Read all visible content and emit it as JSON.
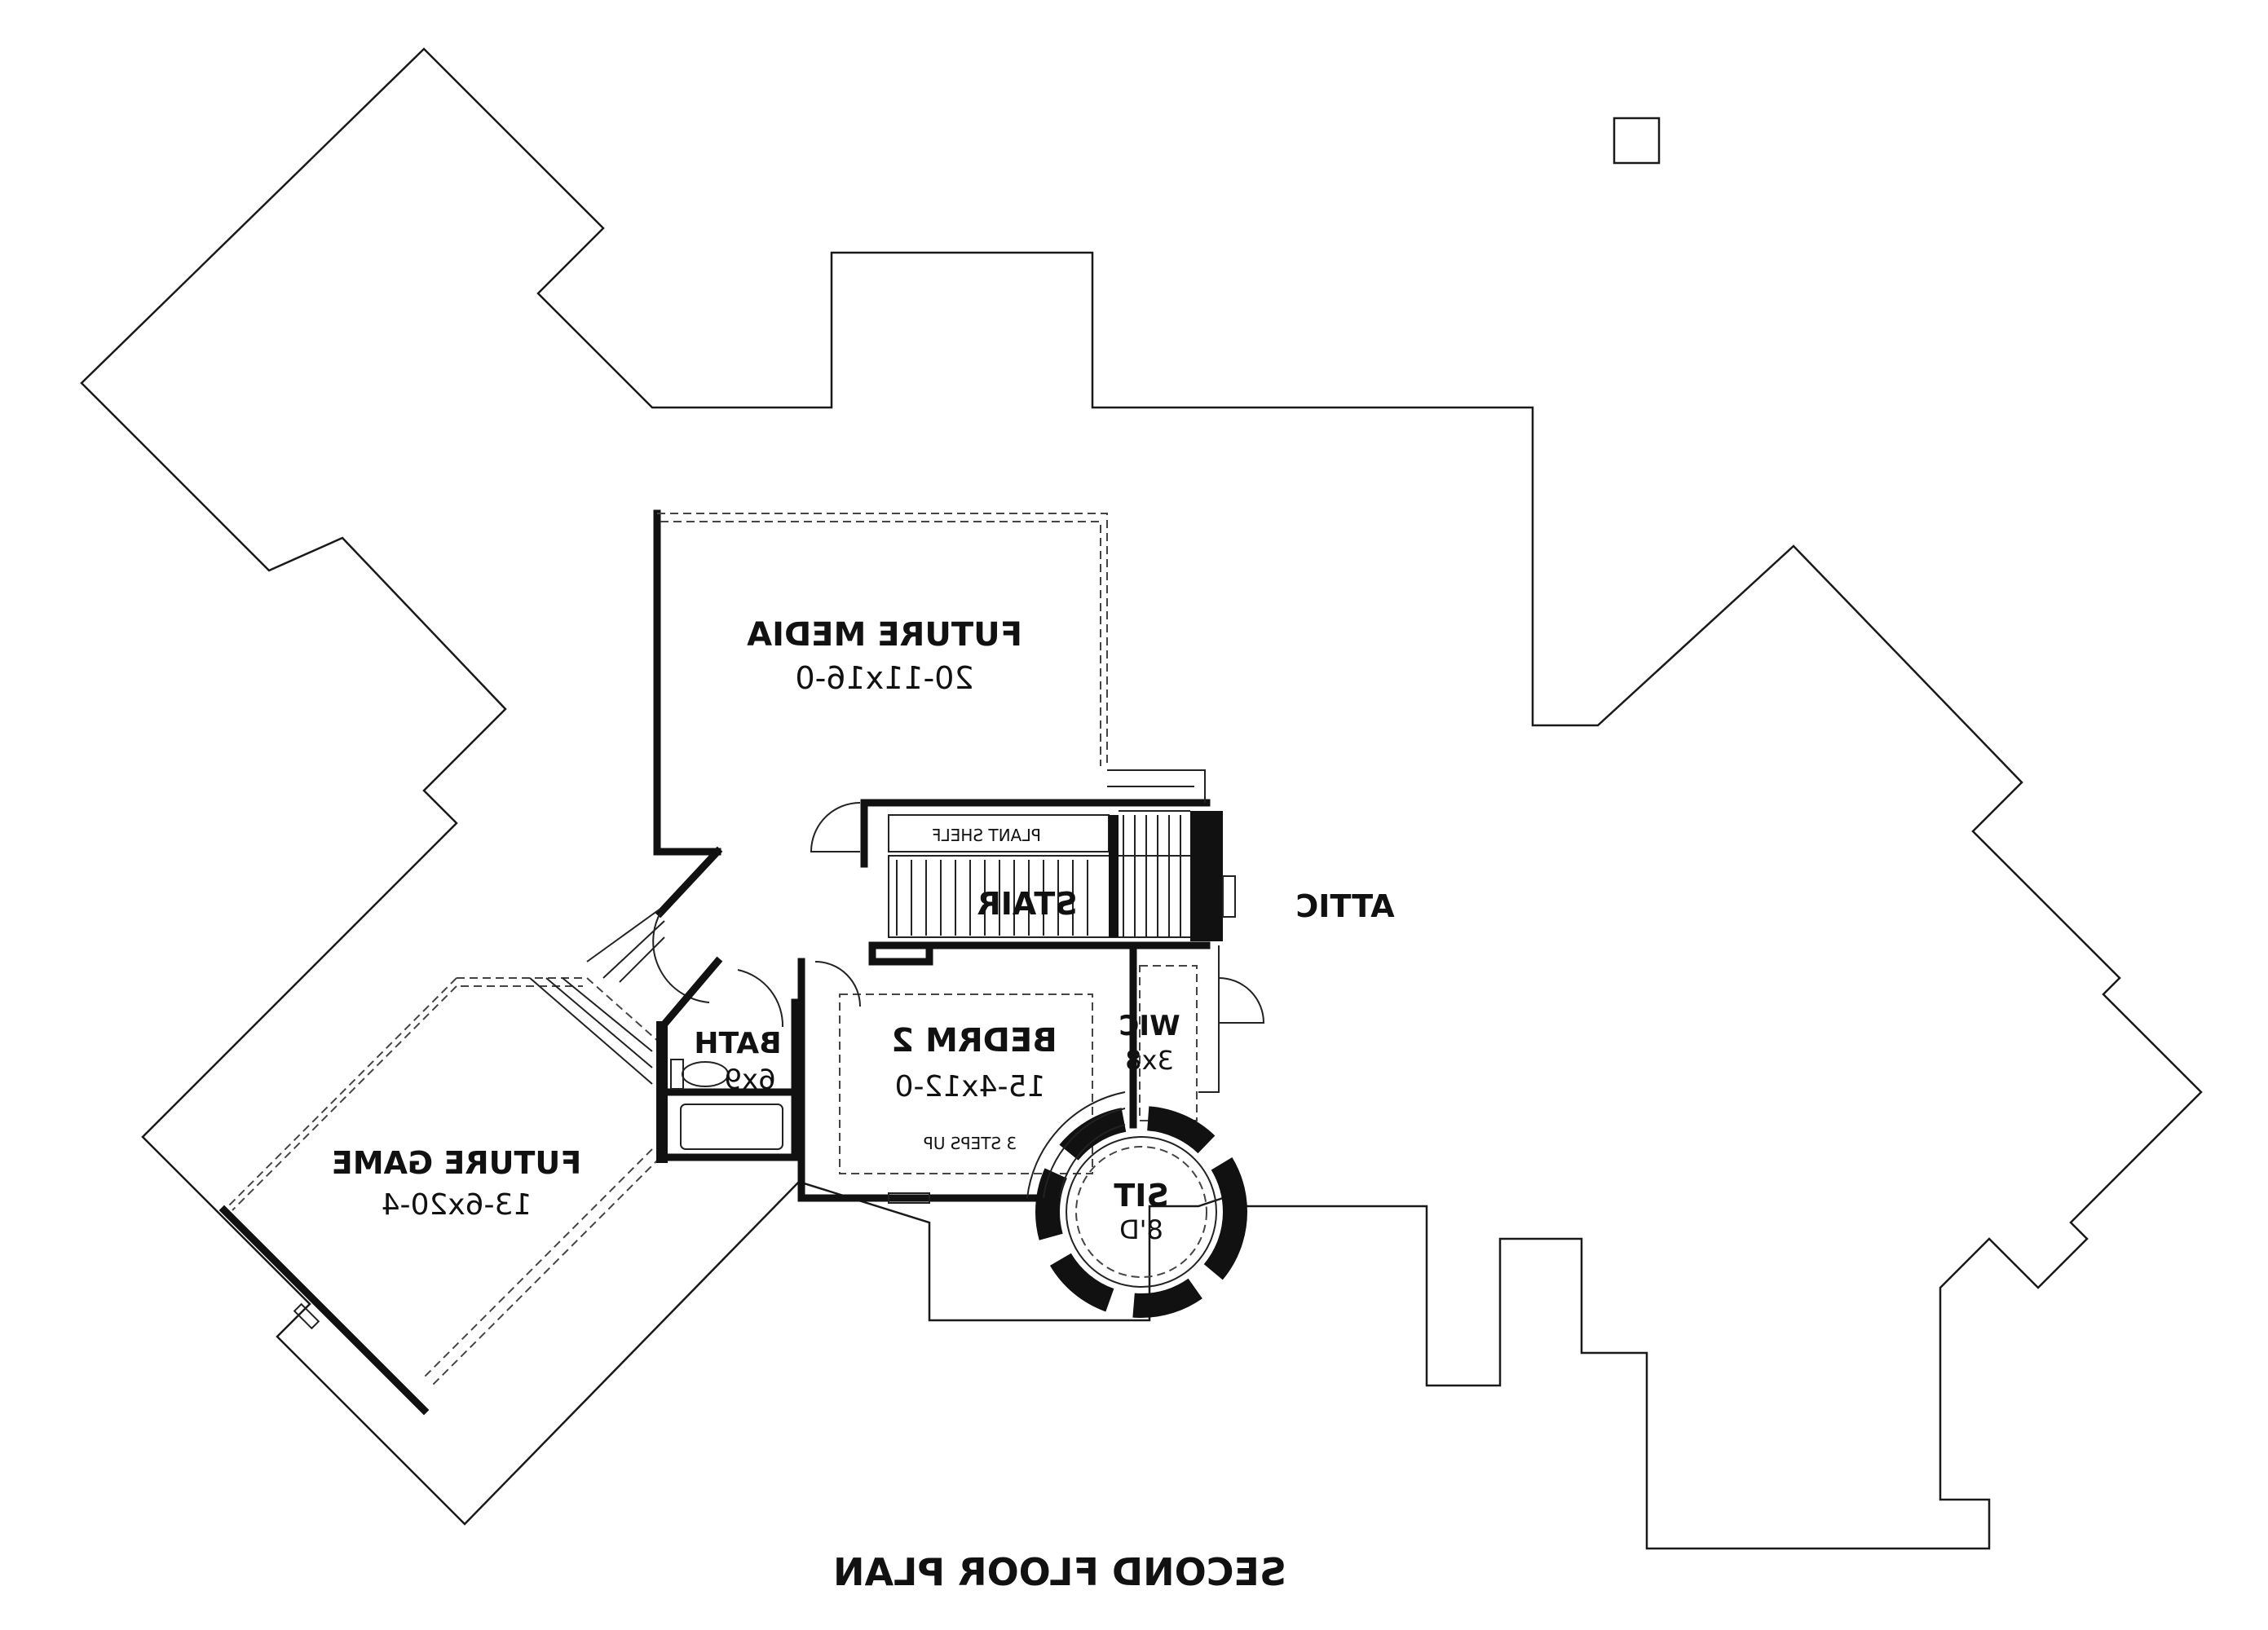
{
  "plan": {
    "title": "SECOND FLOOR PLAN",
    "rooms": {
      "future_media": {
        "name": "FUTURE MEDIA",
        "dims": "20-11x16-0"
      },
      "future_game": {
        "name": "FUTURE GAME",
        "dims": "13-6x20-4"
      },
      "bath": {
        "name": "BATH",
        "dims": "6x9"
      },
      "bedrm2": {
        "name": "BEDRM 2",
        "dims": "15-4x12-0"
      },
      "wic": {
        "name": "WIC",
        "dims": "3x8"
      },
      "sit": {
        "name": "SIT",
        "dims": "8'D"
      },
      "stair": {
        "name": "STAIR"
      },
      "attic": {
        "name": "ATTIC"
      }
    },
    "notes": {
      "plant_shelf": "PLANT SHELF",
      "steps_up": "3 STEPS UP"
    }
  }
}
